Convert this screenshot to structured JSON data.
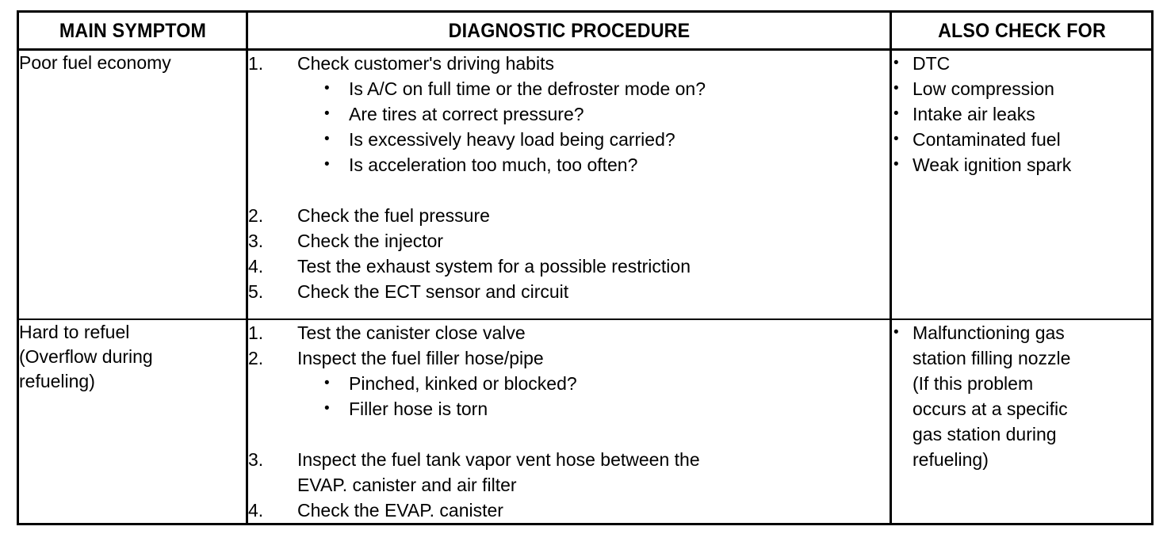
{
  "table": {
    "headers": [
      {
        "label": "MAIN SYMPTOM"
      },
      {
        "label": "DIAGNOSTIC PROCEDURE"
      },
      {
        "label": "ALSO CHECK FOR"
      }
    ],
    "rows": [
      {
        "symptom": "Poor fuel economy",
        "procedure": [
          {
            "num": "1.",
            "text": "Check customer's driving habits",
            "subitems": [
              "Is A/C on full time or the defroster mode on?",
              "Are tires at correct pressure?",
              "Is excessively heavy load being carried?",
              "Is acceleration too much, too often?"
            ]
          },
          {
            "num": "2.",
            "text": "Check the fuel pressure",
            "gap_before": true,
            "subitems": []
          },
          {
            "num": "3.",
            "text": "Check the injector",
            "subitems": []
          },
          {
            "num": "4.",
            "text": "Test the exhaust system for a possible restriction",
            "subitems": []
          },
          {
            "num": "5.",
            "text": "Check the ECT sensor and circuit",
            "subitems": []
          }
        ],
        "also_check_for": [
          "DTC",
          "Low compression",
          "Intake air leaks",
          "Contaminated fuel",
          "Weak ignition spark"
        ]
      },
      {
        "symptom": "Hard to refuel\n(Overflow during\nrefueling)",
        "procedure": [
          {
            "num": "1.",
            "text": "Test the canister close valve",
            "subitems": []
          },
          {
            "num": "2.",
            "text": "Inspect the fuel filler hose/pipe",
            "subitems": [
              "Pinched, kinked or blocked?",
              "Filler hose is torn"
            ]
          },
          {
            "num": "3.",
            "text": "Inspect the fuel tank vapor vent hose between the\nEVAP. canister and air filter",
            "gap_before": true,
            "subitems": []
          },
          {
            "num": "4.",
            "text": "Check the EVAP. canister",
            "subitems": []
          }
        ],
        "also_check_for": [
          "Malfunctioning gas\nstation filling nozzle\n(If this problem\noccurs at a specific\ngas station during\nrefueling)"
        ]
      }
    ],
    "bullet_glyph": "•"
  }
}
